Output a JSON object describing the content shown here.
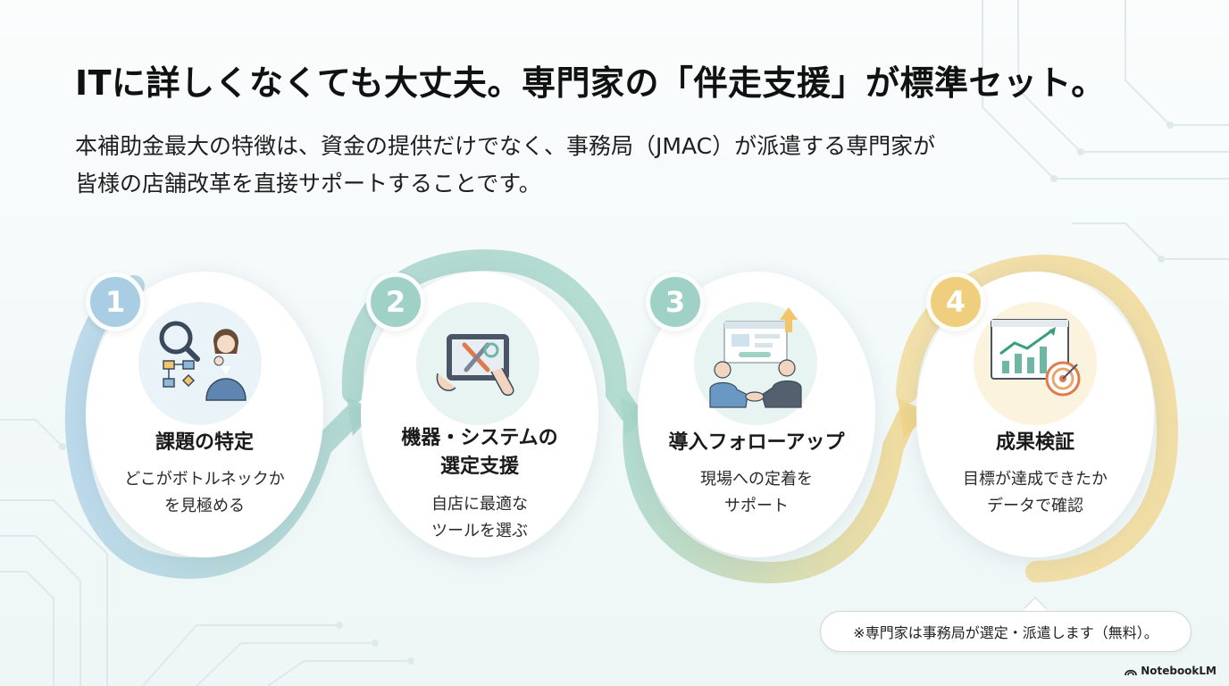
{
  "header": {
    "title": "ITに詳しくなくても大丈夫。専門家の「伴走支援」が標準セット。",
    "intro_line1": "本補助金最大の特徴は、資金の提供だけでなく、事務局（JMAC）が派遣する専門家が",
    "intro_line2": "皆様の店舗改革を直接サポートすることです。"
  },
  "steps": [
    {
      "number": "1",
      "title": "課題の特定",
      "desc_line1": "どこがボトルネックか",
      "desc_line2": "を見極める",
      "icon": "analysis-person-icon",
      "color": "#a9cde3"
    },
    {
      "number": "2",
      "title_line1": "機器・システムの",
      "title_line2": "選定支援",
      "desc_line1": "自店に最適な",
      "desc_line2": "ツールを選ぶ",
      "icon": "tablet-tools-icon",
      "color": "#9fd1c6"
    },
    {
      "number": "3",
      "title": "導入フォローアップ",
      "desc_line1": "現場への定着を",
      "desc_line2": "サポート",
      "icon": "handshake-icon",
      "color": "#9fd1c6"
    },
    {
      "number": "4",
      "title": "成果検証",
      "desc_line1": "目標が達成できたか",
      "desc_line2": "データで確認",
      "icon": "growth-chart-target-icon",
      "color": "#efcf7d"
    }
  ],
  "note": "※専門家は事務局が選定・派遣します（無料）。",
  "brand": "NotebookLM"
}
